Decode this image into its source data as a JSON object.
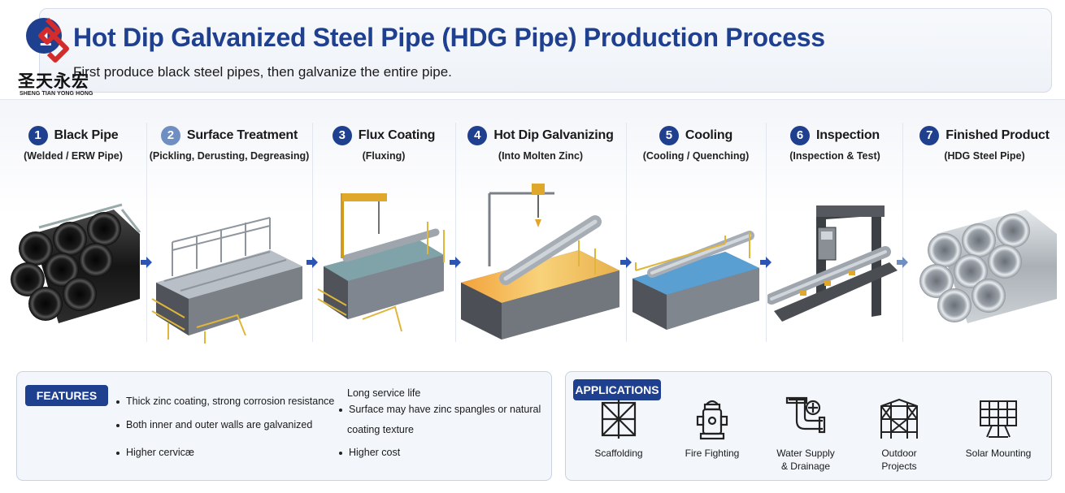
{
  "brand": {
    "name_cn": "圣天永宏",
    "name_en": "SHENG TIAN YONG HONG",
    "colors": {
      "red": "#d42b2b",
      "navy": "#1f3f8f"
    }
  },
  "header": {
    "title": "Hot Dip Galvanized Steel Pipe (HDG Pipe) Production Process",
    "subtitle": "First produce black steel pipes, then galvanize the entire pipe."
  },
  "process": {
    "steps": [
      {
        "num": "1",
        "name": "Black Pipe",
        "sub": "(Welded / ERW Pipe)",
        "art": "black-pipe-bundle-icon"
      },
      {
        "num": "2",
        "name": "Surface Treatment",
        "sub": "(Pickling, Derusting, Degreasing)",
        "art": "pickling-tanks-icon"
      },
      {
        "num": "3",
        "name": "Flux Coating",
        "sub": "(Fluxing)",
        "art": "flux-tank-crane-icon"
      },
      {
        "num": "4",
        "name": "Hot Dip Galvanizing",
        "sub": "(Into Molten Zinc)",
        "art": "molten-zinc-bath-icon"
      },
      {
        "num": "5",
        "name": "Cooling",
        "sub": "(Cooling / Quenching)",
        "art": "cooling-water-tank-icon"
      },
      {
        "num": "6",
        "name": "Inspection",
        "sub": "(Inspection & Test)",
        "art": "inspection-machine-icon"
      },
      {
        "num": "7",
        "name": "Finished Product",
        "sub": "(HDG Steel Pipe)",
        "art": "galvanized-pipe-bundle-icon"
      }
    ]
  },
  "features": {
    "label": "FEATURES",
    "left": [
      "Thick zinc coating, strong corrosion resistance",
      "Both inner and outer walls are galvanized",
      "Higher cervicæ"
    ],
    "right_top": "Long service life",
    "right": [
      "Surface may have zinc spangles or natural",
      "Higher cost"
    ],
    "right_continuation": "coating texture"
  },
  "applications": {
    "label": "APPLICATIONS",
    "items": [
      {
        "label": "Scaffolding",
        "icon": "scaffolding-icon"
      },
      {
        "label": "Fire Fighting",
        "icon": "fire-hydrant-icon"
      },
      {
        "label": "Water Supply",
        "label2": "& Drainage",
        "icon": "water-pipe-icon"
      },
      {
        "label": "Outdoor",
        "label2": "Projects",
        "icon": "outdoor-tower-icon"
      },
      {
        "label": "Solar Mounting",
        "icon": "solar-panel-icon"
      }
    ]
  }
}
